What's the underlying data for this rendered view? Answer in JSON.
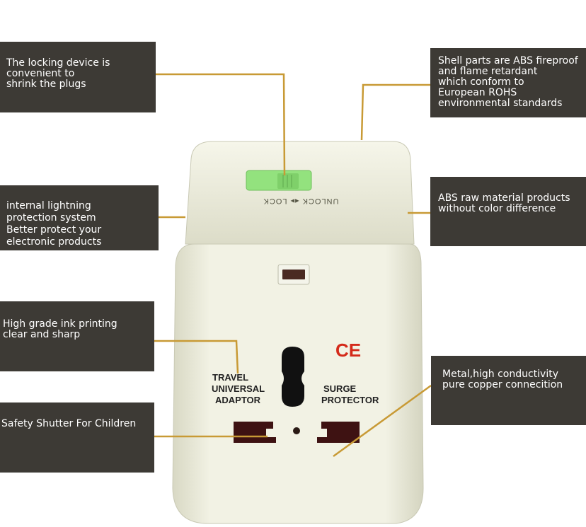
{
  "colors": {
    "panel": "#3d3a35",
    "leader": "#c89a35",
    "body": "#eeeedd",
    "slider": "#93e27e",
    "socket": "#3e1212",
    "ce": "#d42a1a"
  },
  "callouts": {
    "locking": [
      "The locking device is",
      "convenient to",
      "shrink the plugs"
    ],
    "shell": [
      "Shell parts are ABS fireproof",
      "and flame retardant",
      "which conform to",
      "European ROHS",
      "environmental standards"
    ],
    "lightning": [
      "internal lightning",
      "protection system",
      "Better protect your",
      "electronic products"
    ],
    "abs": [
      "ABS raw material products",
      "without color difference"
    ],
    "ink": [
      "High grade ink printing",
      "clear and sharp"
    ],
    "metal": [
      "Metal,high conductivity",
      "pure copper connecition"
    ],
    "shutter": [
      "Safety Shutter For Children"
    ]
  },
  "product": {
    "lock_label": "UNLOCK ◂▸ LOCK",
    "ce_mark": "CE",
    "left_label": [
      "TRAVEL",
      "UNIVERSAL",
      "ADAPTOR"
    ],
    "right_label": [
      "SURGE",
      "PROTECTOR"
    ]
  }
}
